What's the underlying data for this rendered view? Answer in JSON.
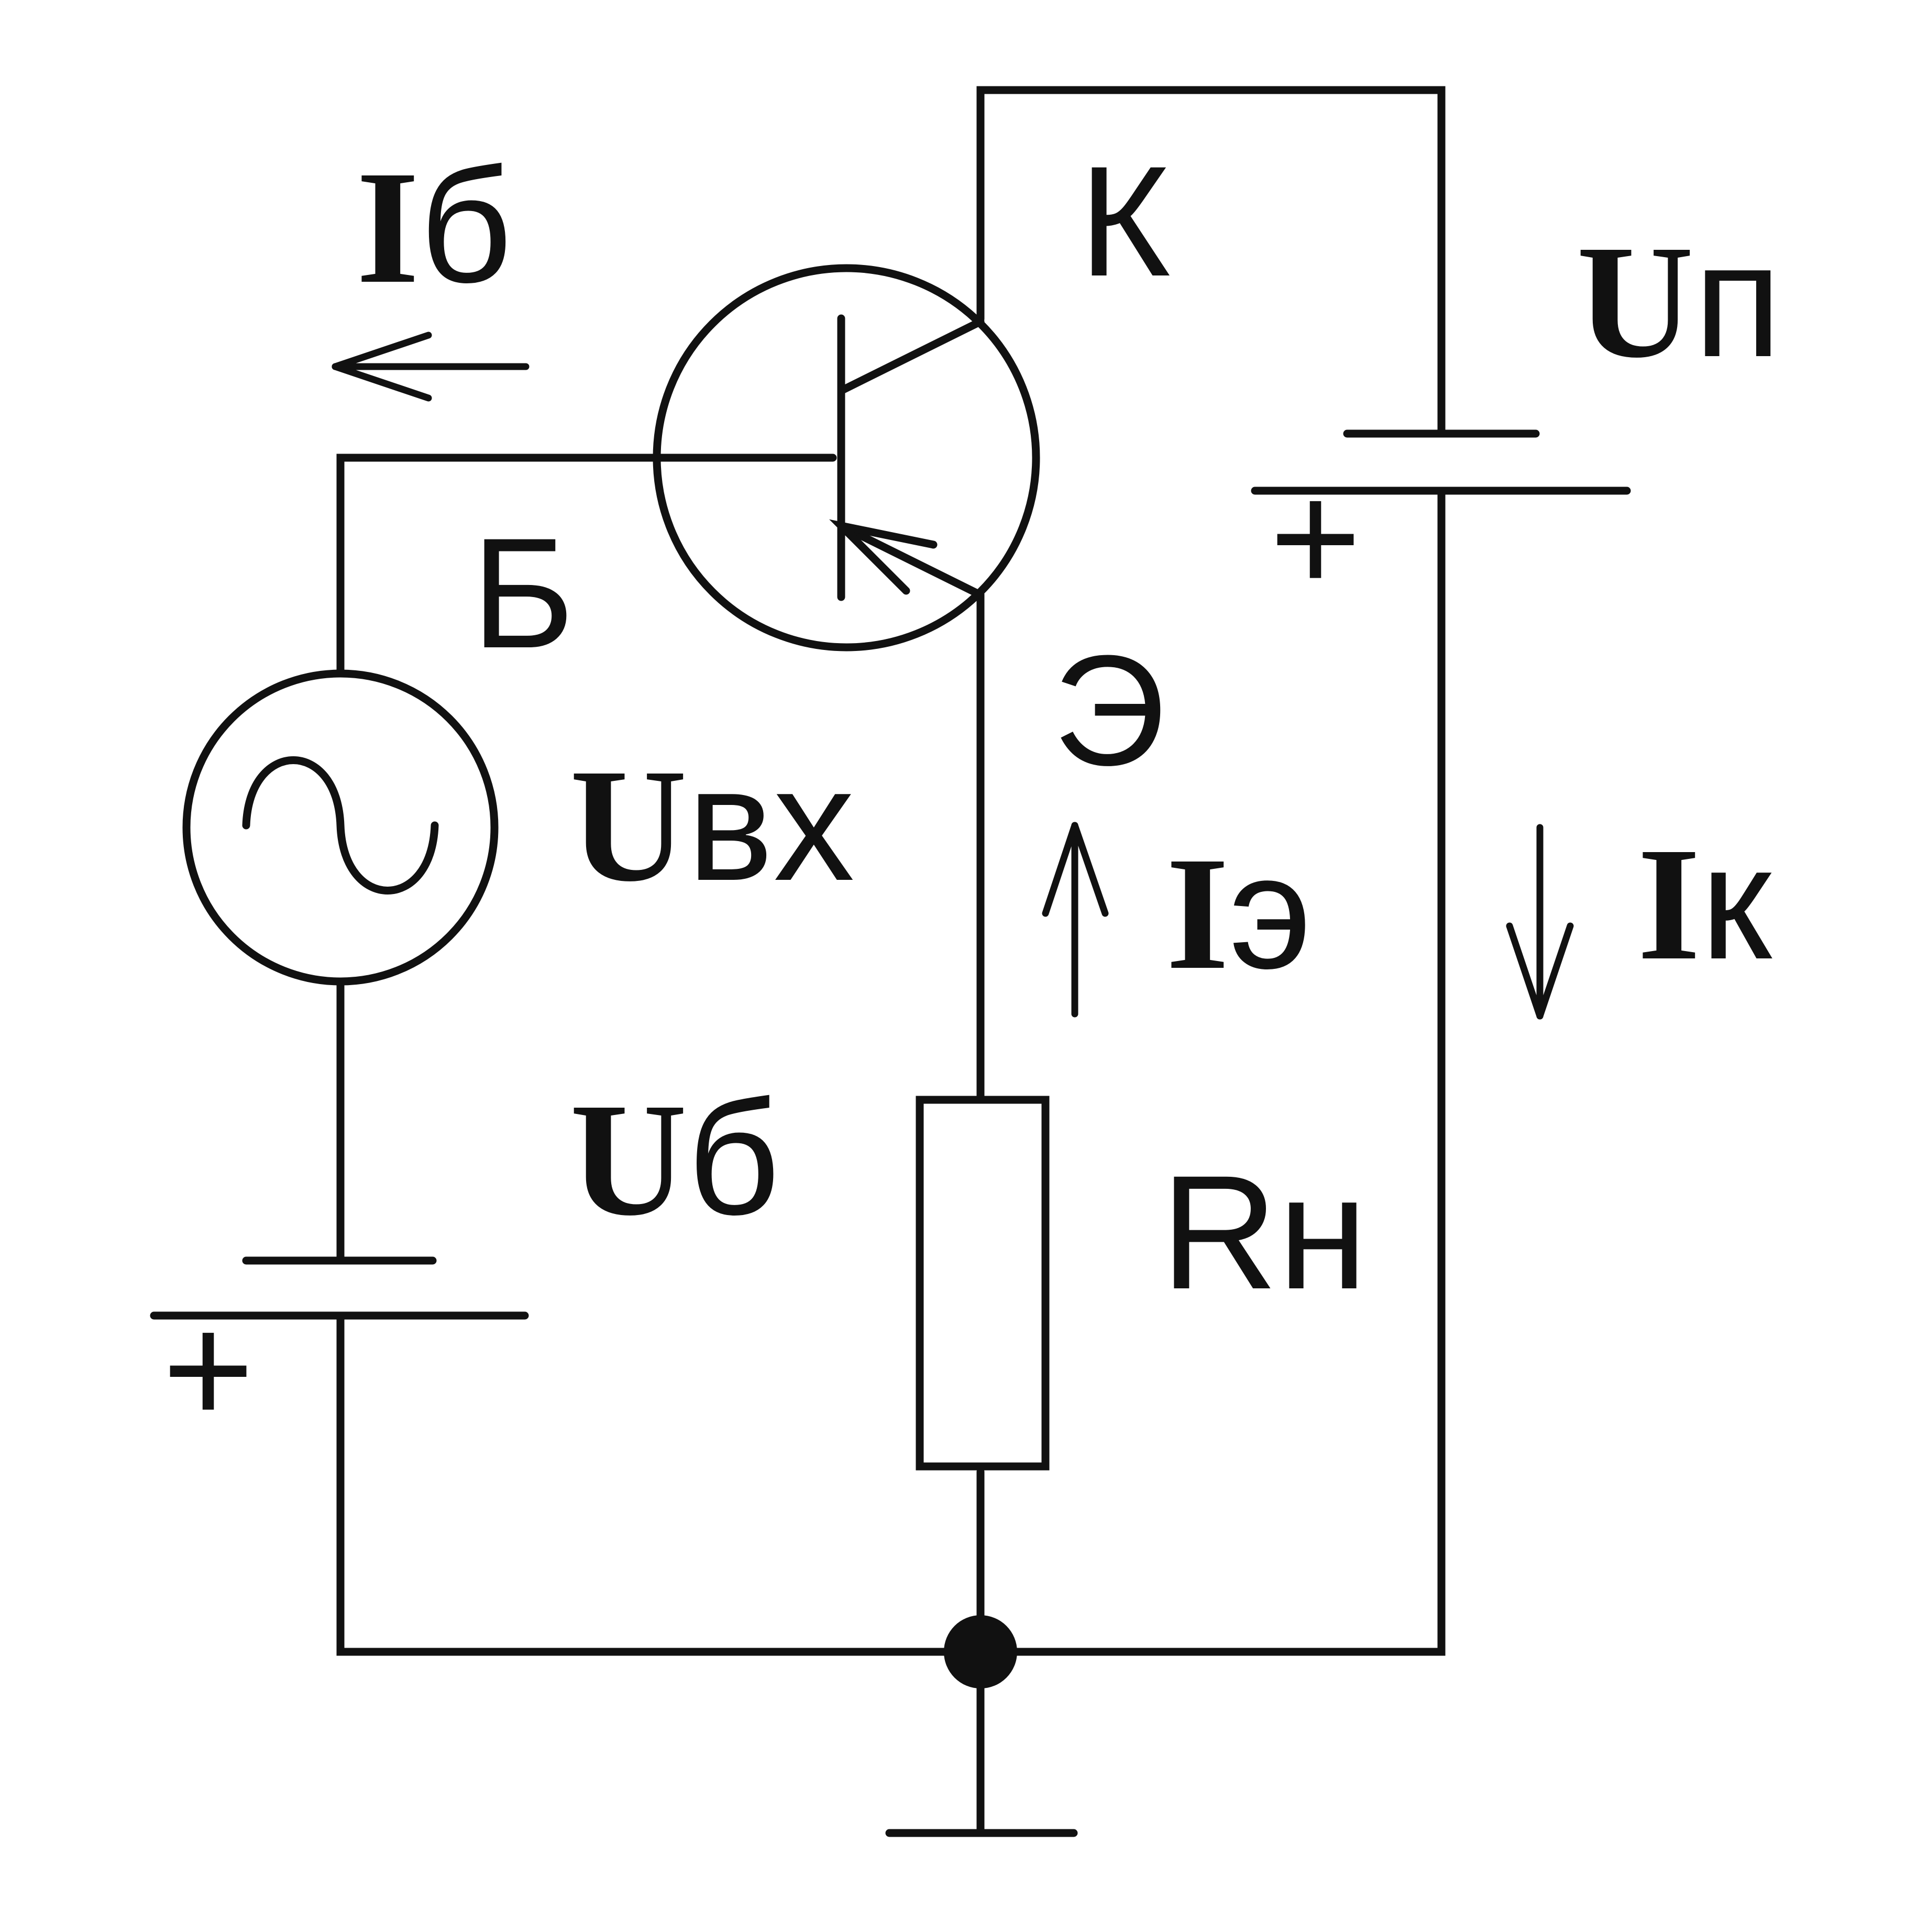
{
  "labels": {
    "base_current": {
      "main": "I",
      "sub": "б"
    },
    "collector": "К",
    "base": "Б",
    "emitter": "Э",
    "supply_voltage": {
      "main": "U",
      "sub": "п"
    },
    "input_voltage": {
      "main": "U",
      "sub": "вх"
    },
    "emitter_current": {
      "main": "I",
      "sub": "э"
    },
    "collector_current": {
      "main": "I",
      "sub": "к"
    },
    "base_voltage": {
      "main": "U",
      "sub": "б"
    },
    "load_resistor": {
      "main": "R",
      "sub": "н"
    },
    "supply_plus": "+",
    "base_source_plus": "+"
  }
}
